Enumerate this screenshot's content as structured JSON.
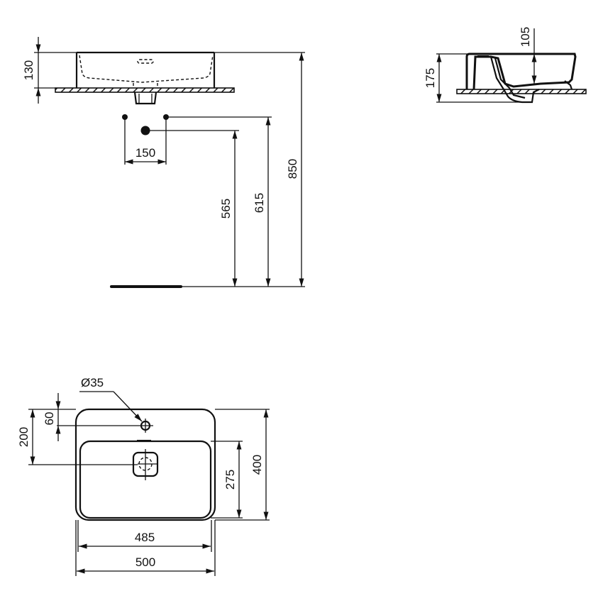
{
  "drawing": {
    "type": "technical drawing - countertop washbasin",
    "colors": {
      "line": "#111111",
      "background": "#ffffff"
    },
    "front_view": {
      "height_label": "130",
      "tap_spacing_label": "150",
      "waste_height_label": "565",
      "tap_height_label": "615",
      "total_height_label": "850"
    },
    "side_view": {
      "bowl_depth_label": "105",
      "total_height_label": "175"
    },
    "top_view": {
      "tap_hole_label": "Ø35",
      "tap_hole_offset_label": "60",
      "waste_offset_label": "200",
      "inner_depth_label": "275",
      "outer_depth_label": "400",
      "inner_width_label": "485",
      "outer_width_label": "500"
    }
  }
}
